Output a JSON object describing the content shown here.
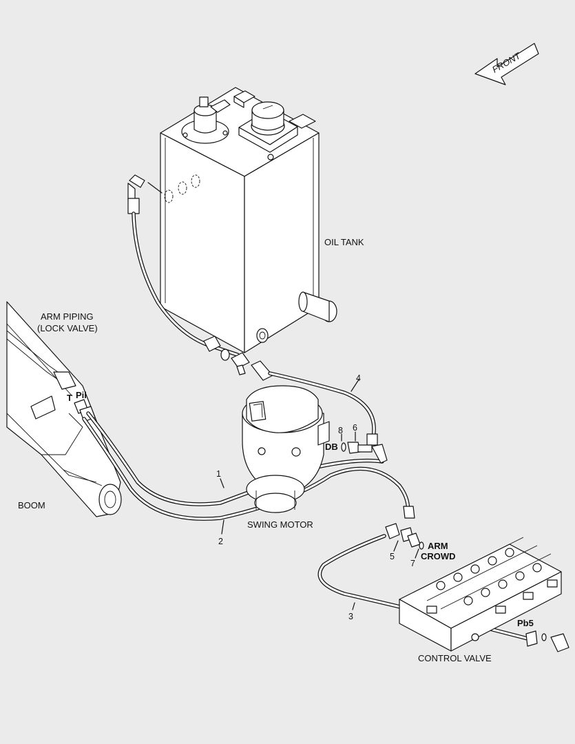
{
  "front_label": "FRONT",
  "components": {
    "oil_tank": "OIL TANK",
    "arm_piping_line1": "ARM PIPING",
    "arm_piping_line2": "(LOCK VALVE)",
    "boom": "BOOM",
    "swing_motor": "SWING MOTOR",
    "control_valve": "CONTROL VALVE"
  },
  "ports": {
    "t": "T",
    "pil": "Pil",
    "db": "DB",
    "arm": "ARM",
    "crowd": "CROWD",
    "pb5": "Pb5"
  },
  "callouts": [
    "1",
    "2",
    "3",
    "4",
    "5",
    "6",
    "7",
    "8"
  ]
}
